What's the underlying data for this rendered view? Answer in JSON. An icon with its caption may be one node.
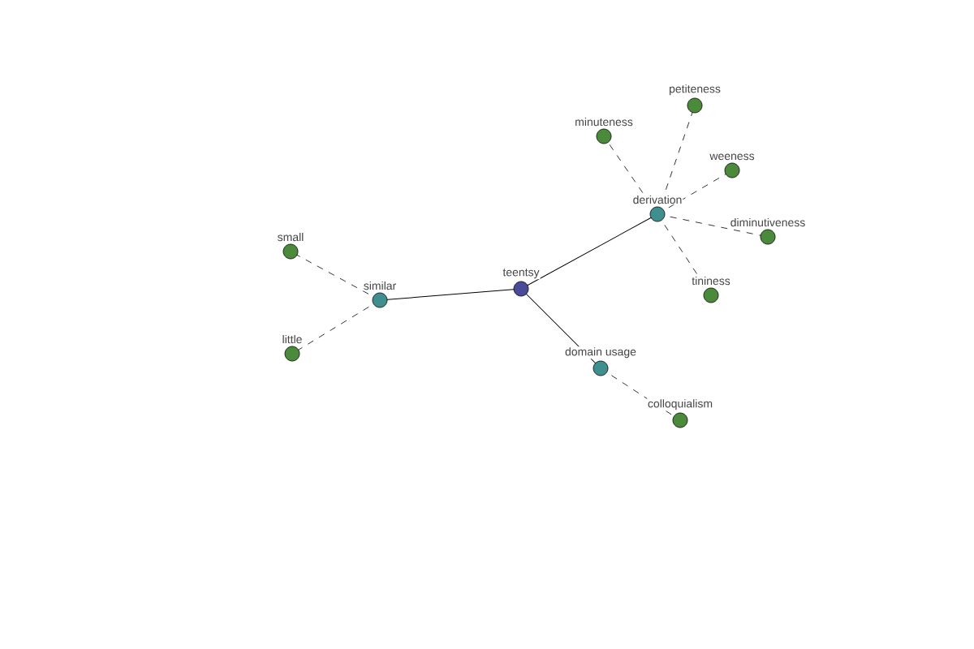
{
  "diagram": {
    "nodes": [
      {
        "text": [
          "teentsy"
        ]
      },
      {
        "text": [
          "similar"
        ]
      },
      {
        "text": [
          "small"
        ]
      },
      {
        "text": [
          "little"
        ]
      },
      {
        "text": [
          "derivation"
        ]
      },
      {
        "text": [
          "minuteness"
        ]
      },
      {
        "text": [
          "petiteness"
        ]
      },
      {
        "text": [
          "weeness"
        ]
      },
      {
        "text": [
          "diminutiveness"
        ]
      },
      {
        "text": [
          "tininess"
        ]
      },
      {
        "text": [
          "domain usage"
        ]
      },
      {
        "text": [
          "colloquialism"
        ]
      }
    ],
    "edges": [
      {
        "from": 0,
        "to": 1,
        "arrow": "none"
      },
      {
        "from": 1,
        "to": 2,
        "arrow": "none",
        "style": "dashed"
      },
      {
        "from": 1,
        "to": 3,
        "arrow": "none",
        "style": "dashed"
      },
      {
        "from": 0,
        "to": 4,
        "arrow": "none"
      },
      {
        "from": 4,
        "to": 5,
        "arrow": "none",
        "style": "dashed"
      },
      {
        "from": 4,
        "to": 6,
        "arrow": "none",
        "style": "dashed"
      },
      {
        "from": 4,
        "to": 7,
        "arrow": "none",
        "style": "dashed"
      },
      {
        "from": 4,
        "to": 8,
        "arrow": "none",
        "style": "dashed"
      },
      {
        "from": 4,
        "to": 9,
        "arrow": "none",
        "style": "dashed"
      },
      {
        "from": 0,
        "to": 10,
        "arrow": "none"
      },
      {
        "from": 10,
        "to": 11,
        "arrow": "none",
        "style": "dashed"
      }
    ]
  }
}
